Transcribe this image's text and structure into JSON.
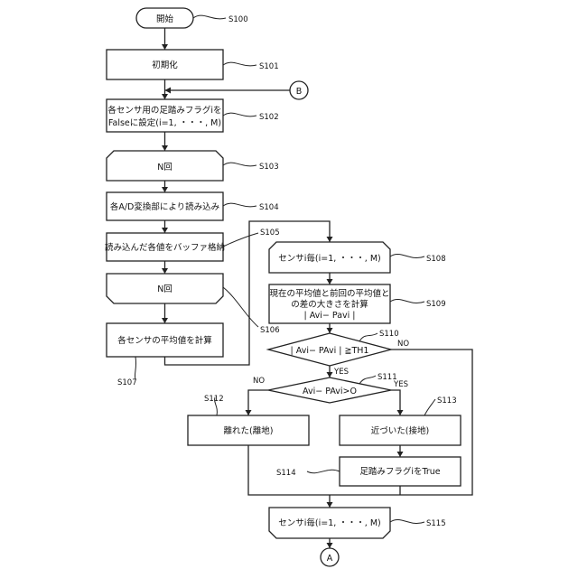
{
  "nodes": {
    "start": "開始",
    "init": "初期化",
    "set_flags_l1": "各センサ用の足踏みフラグiを",
    "set_flags_l2": "Falseに設定(i=1, ・・・, M)",
    "loop_n": "N回",
    "read_ad": "各A/D変換部により読み込み",
    "store_buf": "読み込んだ各値をバッファ格納",
    "loop_n_end": "N回",
    "calc_avg": "各センサの平均値を計算",
    "loop_sensor": "センサi毎(i=1, ・・・, M)",
    "calc_diff_l1": "現在の平均値と前回の平均値と",
    "calc_diff_l2": "の差の大きさを計算",
    "calc_diff_l3": "| Avi−  Pavi |",
    "decision1": "| Avi−  PAvi | ≧TH1",
    "decision2": "Avi−  PAvi>O",
    "away": "離れた(離地)",
    "near": "近づいた(接地)",
    "flag_true": "足踏みフラグiをTrue",
    "loop_sensor_end": "センサi毎(i=1, ・・・, M)",
    "connector_b": "B",
    "connector_a": "A"
  },
  "labels": {
    "s100": "S100",
    "s101": "S101",
    "s102": "S102",
    "s103": "S103",
    "s104": "S104",
    "s105": "S105",
    "s106": "S106",
    "s107": "S107",
    "s108": "S108",
    "s109": "S109",
    "s110": "S110",
    "s111": "S111",
    "s112": "S112",
    "s113": "S113",
    "s114": "S114",
    "s115": "S115"
  },
  "branches": {
    "d1_yes": "YES",
    "d1_no": "NO",
    "d2_yes": "YES",
    "d2_no": "NO"
  }
}
